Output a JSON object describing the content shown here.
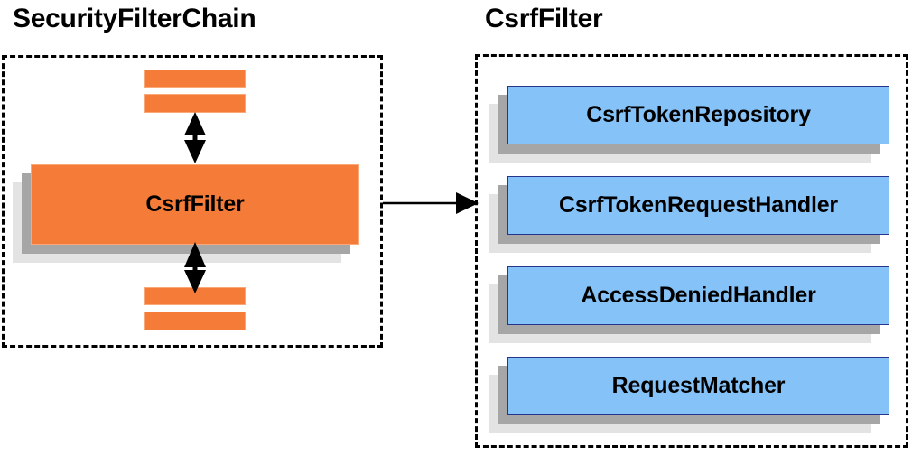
{
  "diagram": {
    "title_left": "SecurityFilterChain",
    "title_right": "CsrfFilter",
    "background_color": "#ffffff",
    "orange_color": "#f47b38",
    "orange_border_color": "#f9a877",
    "blue_color": "#85c2f8",
    "blue_border_color": "#27348b",
    "shadow_dark_color": "#a6a6a6",
    "shadow_light_color": "#e3e3e3",
    "dash_border_color": "#000000",
    "arrow_color": "#000000"
  },
  "left_panel": {
    "title": "SecurityFilterChain",
    "filters_above": [
      {
        "label": ""
      },
      {
        "label": ""
      }
    ],
    "highlighted_filter": {
      "label": "CsrfFilter"
    },
    "filters_below": [
      {
        "label": ""
      },
      {
        "label": ""
      }
    ],
    "arrows": [
      {
        "name": "arrow-above-csrffilter",
        "direction": "double-vertical"
      },
      {
        "name": "arrow-below-csrffilter",
        "direction": "double-vertical"
      }
    ]
  },
  "right_panel": {
    "title": "CsrfFilter",
    "collaborators": [
      {
        "label": "CsrfTokenRepository"
      },
      {
        "label": "CsrfTokenRequestHandler"
      },
      {
        "label": "AccessDeniedHandler"
      },
      {
        "label": "RequestMatcher"
      }
    ]
  },
  "connector": {
    "name": "left-to-right-arrow",
    "direction": "right",
    "from": "SecurityFilterChain",
    "to": "CsrfFilter"
  }
}
